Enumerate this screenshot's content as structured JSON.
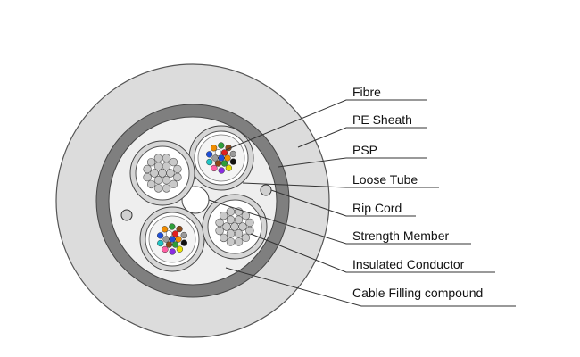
{
  "diagram": {
    "labels": [
      {
        "id": "fibre",
        "text": "Fibre"
      },
      {
        "id": "pe-sheath",
        "text": "PE Sheath"
      },
      {
        "id": "psp",
        "text": "PSP"
      },
      {
        "id": "loose-tube",
        "text": "Loose Tube"
      },
      {
        "id": "rip-cord",
        "text": "Rip Cord"
      },
      {
        "id": "strength-member",
        "text": "Strength Member"
      },
      {
        "id": "insulated-conductor",
        "text": "Insulated Conductor"
      },
      {
        "id": "cable-filling-compound",
        "text": "Cable Filling compound"
      }
    ],
    "colors": {
      "sheath": "#dcdcdc",
      "psp": "#7f7f7f",
      "filling": "#eeeeee",
      "tube": "#d6d6d6",
      "conductor": "#c9c9c9",
      "fibre_colors": [
        "#1f4fd8",
        "#f08c00",
        "#2e9e3a",
        "#8b4a1b",
        "#9a9a9a",
        "#ffffff",
        "#e01f1f",
        "#111111",
        "#e8e000",
        "#8a2be2",
        "#ff5fa2",
        "#20c5c5"
      ]
    }
  }
}
